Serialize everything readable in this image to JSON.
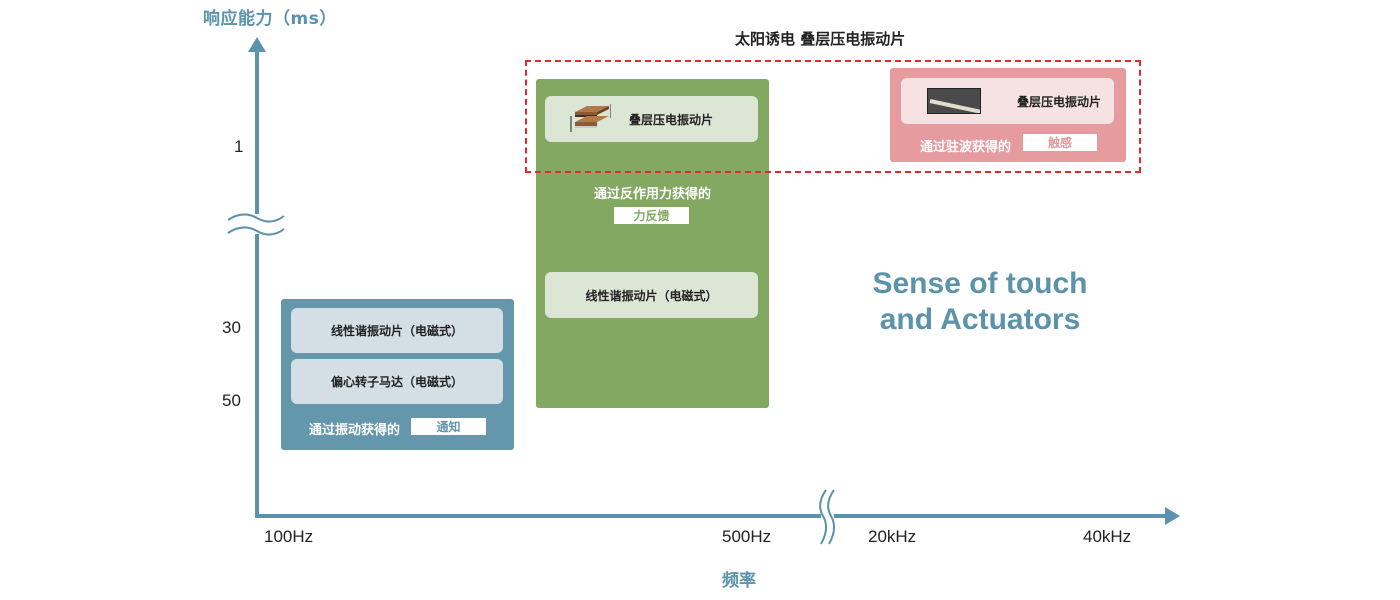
{
  "diagram": {
    "title": "太阳诱电 叠层压电振动片",
    "subtitle": "Sense of touch and Actuators",
    "subtitle_lines": [
      "Sense of touch",
      "and Actuators"
    ],
    "y_axis": {
      "label": "响应能力（ms）",
      "ticks": [
        "1",
        "30",
        "50"
      ],
      "break": true
    },
    "x_axis": {
      "label": "频率",
      "ticks": [
        "100Hz",
        "500Hz",
        "20kHz",
        "40kHz"
      ],
      "break": true
    },
    "groups": [
      {
        "id": "notification",
        "color": "#6497ab",
        "cards": [
          "线性谐振动片（电磁式）",
          "偏心转子马达（电磁式）"
        ],
        "caption": "通过振动获得的",
        "badge": "通知"
      },
      {
        "id": "force-feedback",
        "color": "#82a862",
        "cards": [
          "叠层压电振动片",
          "线性谐振动片（电磁式）"
        ],
        "caption": "通过反作用力获得的",
        "badge": "力反馈"
      },
      {
        "id": "tactile",
        "color": "#e69b9f",
        "cards": [
          "叠层压电振动片"
        ],
        "caption": "通过驻波获得的",
        "badge": "触感"
      }
    ],
    "colors": {
      "axis": "#5b93ad",
      "highlight_border": "#e8262b"
    }
  }
}
